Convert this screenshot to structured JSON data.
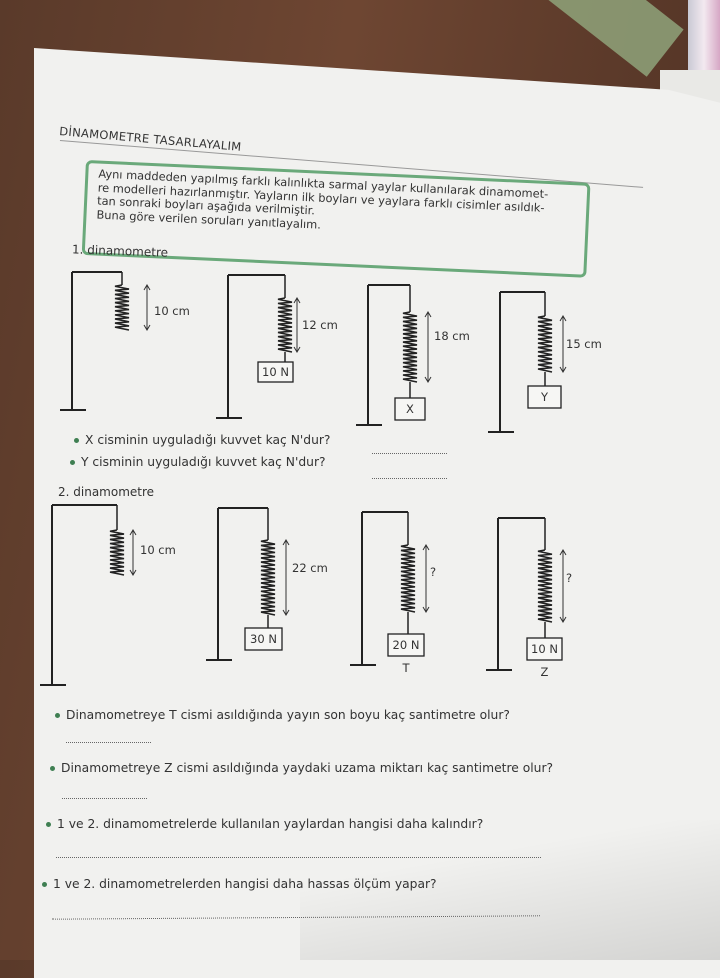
{
  "worksheet": {
    "title": "DİNAMOMETRE TASARLAYALIM",
    "intro": [
      "Aynı maddeden yapılmış farklı kalınlıkta sarmal yaylar kullanılarak dinamomet-",
      "re modelleri hazırlanmıştır. Yayların ilk boyları ve yaylara farklı cisimler asıldık-",
      "tan sonraki boyları aşağıda verilmiştir.",
      "Buna göre verilen soruları yanıtlayalım."
    ],
    "accent_color": "#6aa97a",
    "section1": {
      "heading": "1. dinamometre",
      "diagrams": [
        {
          "length": "10 cm",
          "weight": null,
          "letter": null
        },
        {
          "length": "12 cm",
          "weight": "10 N",
          "letter": null
        },
        {
          "length": "18 cm",
          "weight": "X",
          "letter": null
        },
        {
          "length": "15 cm",
          "weight": "Y",
          "letter": null
        }
      ],
      "questions": [
        {
          "text": "X cisminin uyguladığı kuvvet kaç N'dur?",
          "answer": ""
        },
        {
          "text": "Y cisminin uyguladığı kuvvet kaç N'dur?",
          "answer": ""
        }
      ]
    },
    "section2": {
      "heading": "2. dinamometre",
      "diagrams": [
        {
          "length": "10 cm",
          "weight": null,
          "letter": null
        },
        {
          "length": "22 cm",
          "weight": "30 N",
          "letter": null
        },
        {
          "length": "?",
          "weight": "20 N",
          "letter": "T"
        },
        {
          "length": "?",
          "weight": "10 N",
          "letter": "Z"
        }
      ]
    },
    "questions": [
      {
        "text": "Dinamometreye T cismi asıldığında yayın son boyu kaç santimetre olur?",
        "answer": ""
      },
      {
        "text": "Dinamometreye Z cismi asıldığında yaydaki uzama miktarı kaç santimetre olur?",
        "answer": ""
      },
      {
        "text": "1 ve 2. dinamometrelerde kullanılan yaylardan hangisi daha kalındır?",
        "answer": ""
      },
      {
        "text": "1 ve 2. dinamometrelerden hangisi daha hassas ölçüm yapar?",
        "answer": ""
      }
    ]
  }
}
